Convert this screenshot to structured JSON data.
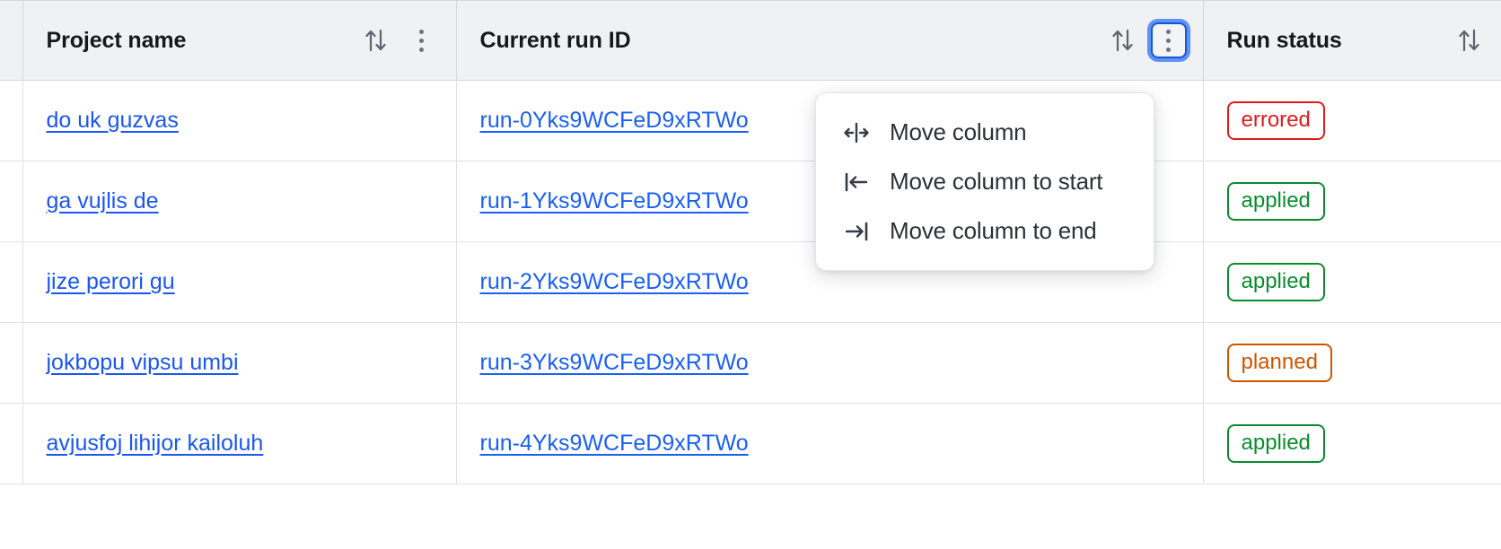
{
  "table": {
    "columns": [
      {
        "key": "select",
        "label": "",
        "sortable": false,
        "menu": false
      },
      {
        "key": "project_name",
        "label": "Project name",
        "sortable": true,
        "menu": true,
        "sort_icon": "sort-updown-icon",
        "menu_icon": "kebab-menu-icon"
      },
      {
        "key": "current_run_id",
        "label": "Current run ID",
        "sortable": true,
        "menu": true,
        "sort_icon": "sort-updown-icon",
        "menu_icon": "kebab-menu-icon",
        "menu_focused": true
      },
      {
        "key": "run_status",
        "label": "Run status",
        "sortable": true,
        "menu": false,
        "sort_icon": "sort-updown-icon"
      }
    ],
    "rows": [
      {
        "project_name": "do uk guzvas",
        "current_run_id": "run-0Yks9WCFeD9xRTWo",
        "run_status": "errored"
      },
      {
        "project_name": "ga vujlis de",
        "current_run_id": "run-1Yks9WCFeD9xRTWo",
        "run_status": "applied"
      },
      {
        "project_name": "jize perori gu",
        "current_run_id": "run-2Yks9WCFeD9xRTWo",
        "run_status": "applied"
      },
      {
        "project_name": "jokbopu vipsu umbi",
        "current_run_id": "run-3Yks9WCFeD9xRTWo",
        "run_status": "planned"
      },
      {
        "project_name": "avjusfoj lihijor kailoluh",
        "current_run_id": "run-4Yks9WCFeD9xRTWo",
        "run_status": "applied"
      }
    ]
  },
  "column_menu": {
    "open": true,
    "owner_column": "Current run ID",
    "items": [
      {
        "icon": "move-column-icon",
        "label": "Move column"
      },
      {
        "icon": "move-column-to-start-icon",
        "label": "Move column to start"
      },
      {
        "icon": "move-column-to-end-icon",
        "label": "Move column to end"
      }
    ]
  },
  "colors": {
    "link": "#1a56f0",
    "status_errored": "#e01b1b",
    "status_applied": "#0a8c2e",
    "status_planned": "#cc5500",
    "focus_ring": "#5d94f5",
    "header_bg": "#eff1f3"
  }
}
